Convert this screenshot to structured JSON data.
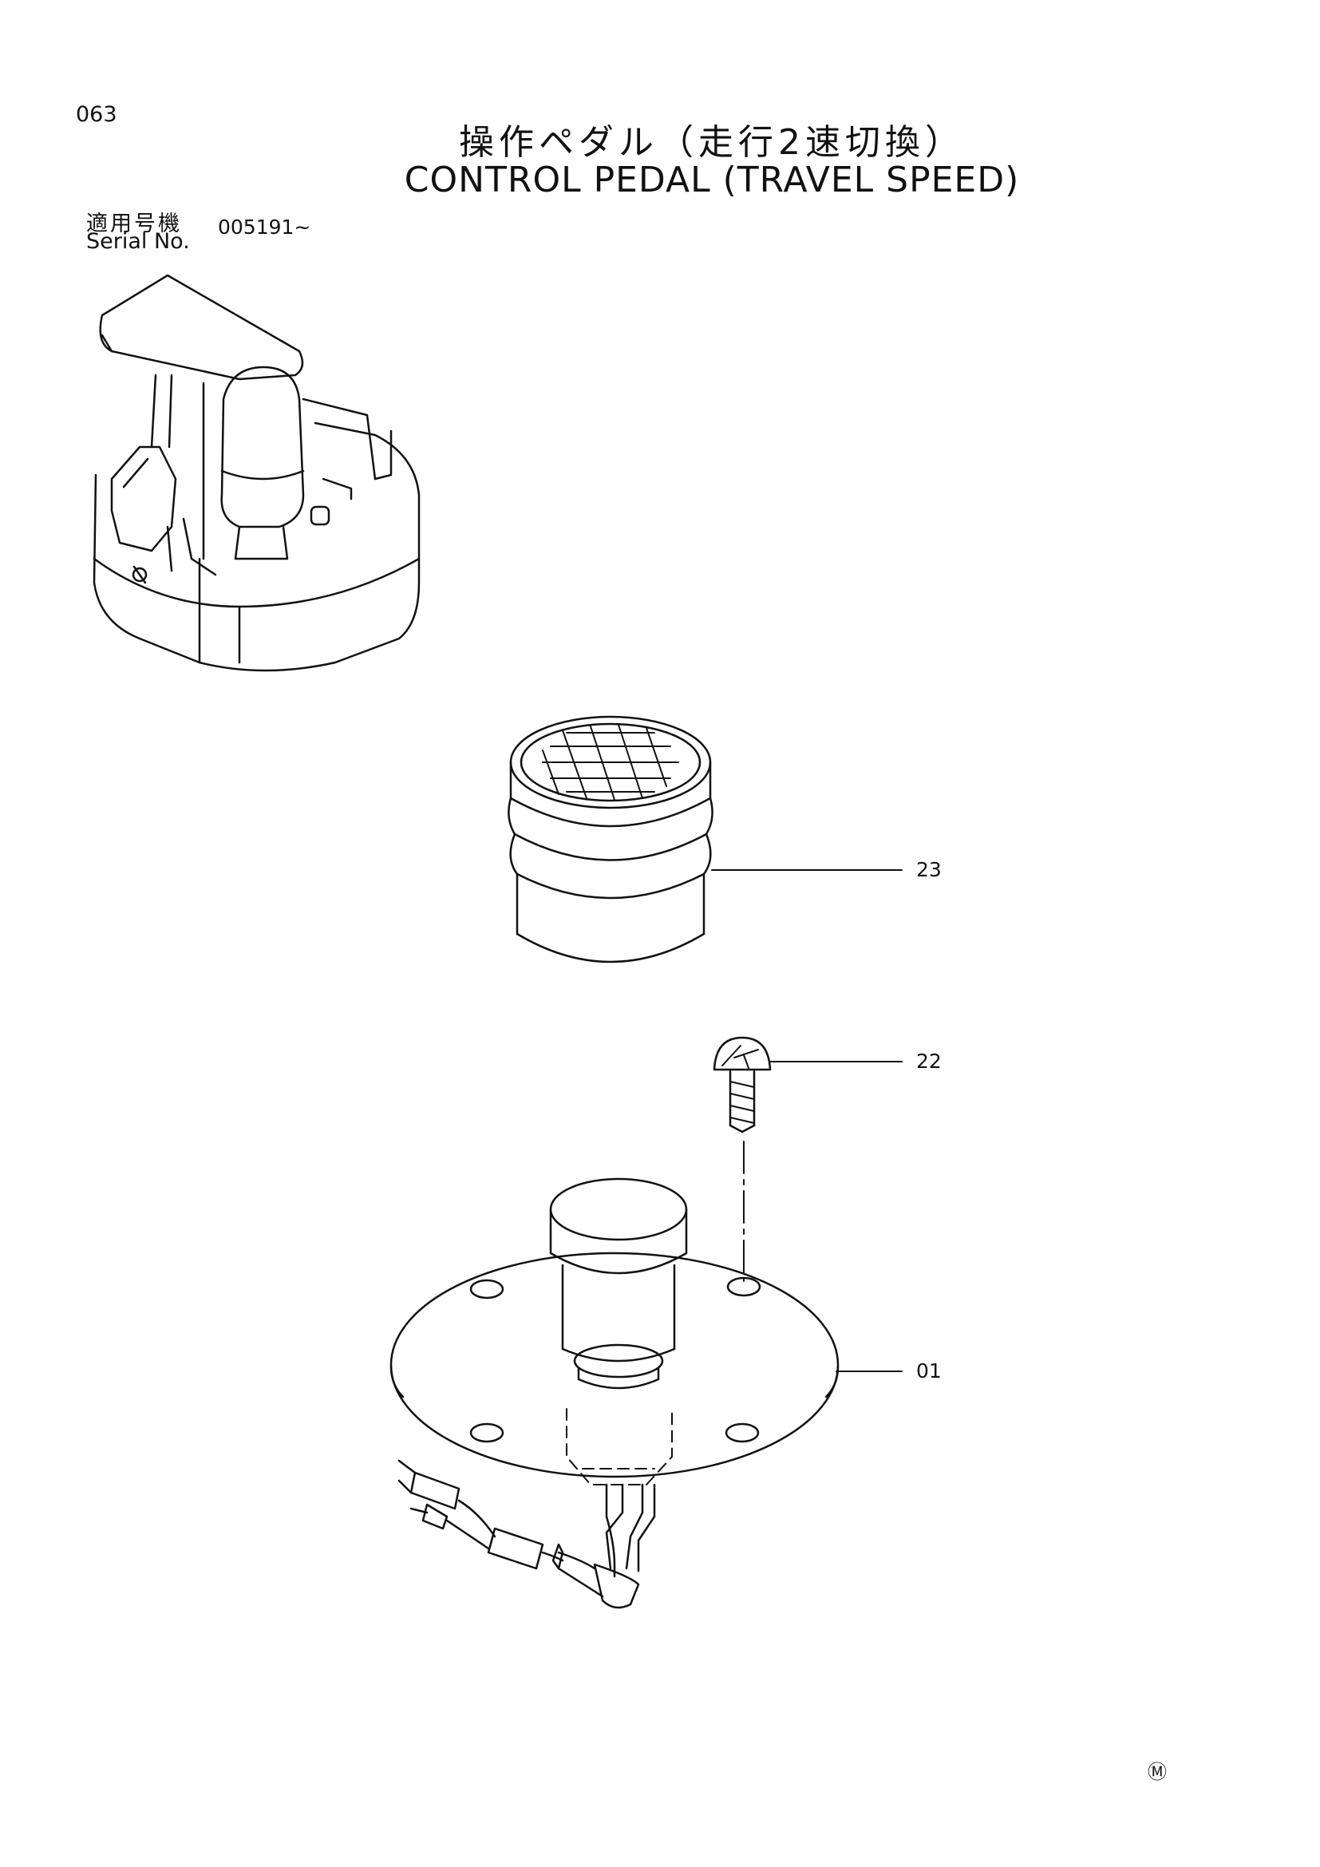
{
  "page_number": "063",
  "title_jp": "操作ペダル（走行2速切換）",
  "title_en": "CONTROL PEDAL (TRAVEL SPEED)",
  "serial": {
    "label_jp": "適用号機",
    "label_en": "Serial No.",
    "value": "005191~"
  },
  "callouts": [
    "23",
    "22",
    "01"
  ],
  "mark": "Ⓜ"
}
